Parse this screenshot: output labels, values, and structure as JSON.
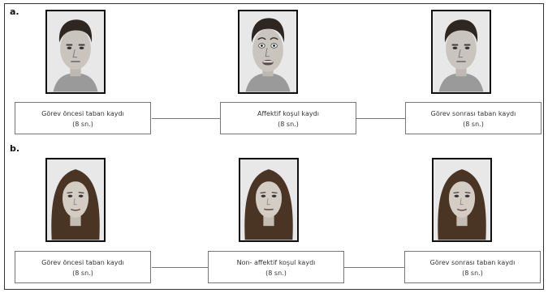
{
  "panels": [
    {
      "label": "a.",
      "faces": [
        "male-neutral-face",
        "male-fearful-face",
        "male-neutral-face"
      ],
      "boxes": [
        {
          "title": "Görev öncesi taban kaydı",
          "duration": "(8 sn.)"
        },
        {
          "title": "Affektif koşul kaydı",
          "duration": "(8 sn.)"
        },
        {
          "title": "Görev sonrası taban kaydı",
          "duration": "(8 sn.)"
        }
      ]
    },
    {
      "label": "b.",
      "faces": [
        "female-neutral-face",
        "female-neutral-face",
        "female-neutral-face"
      ],
      "boxes": [
        {
          "title": "Görev öncesi taban kaydı",
          "duration": "(8 sn.)"
        },
        {
          "title": "Non- affektif koşul kaydı",
          "duration": "(8 sn.)"
        },
        {
          "title": "Görev sonrası taban kaydı",
          "duration": "(8 sn.)"
        }
      ]
    }
  ],
  "colors": {
    "border": "#777777",
    "text": "#333333",
    "photo_border": "#111111",
    "male_hair": "#2e2620",
    "female_hair": "#4a3424",
    "skin": "#c9c4bd"
  }
}
